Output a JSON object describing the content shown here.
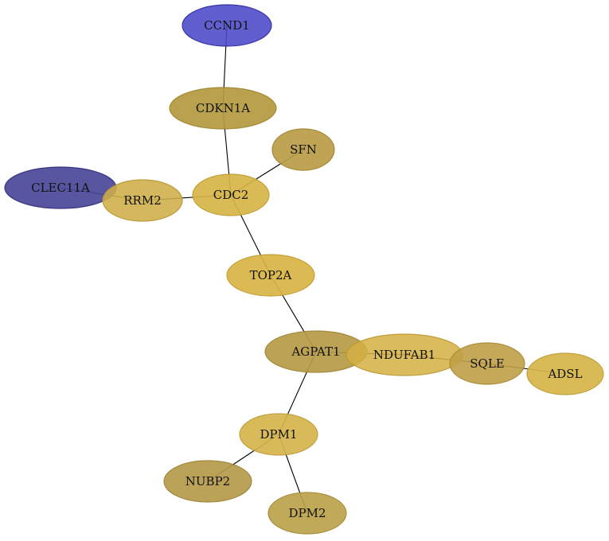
{
  "nodes": [
    {
      "id": "CCND1",
      "label": "CCND1",
      "color": "#4b48c9",
      "stroke": "#2c2aa0"
    },
    {
      "id": "CDKN1A",
      "label": "CDKN1A",
      "color": "#b3993f",
      "stroke": "#9c8430"
    },
    {
      "id": "SFN",
      "label": "SFN",
      "color": "#b89c45",
      "stroke": "#a08632"
    },
    {
      "id": "CLEC11A",
      "label": "CLEC11A",
      "color": "#4a4898",
      "stroke": "#2d2b78"
    },
    {
      "id": "RRM2",
      "label": "RRM2",
      "color": "#cfae48",
      "stroke": "#b69632"
    },
    {
      "id": "CDC2",
      "label": "CDC2",
      "color": "#d6b447",
      "stroke": "#bd9c32"
    },
    {
      "id": "TOP2A",
      "label": "TOP2A",
      "color": "#d8b444",
      "stroke": "#c19c30"
    },
    {
      "id": "AGPAT1",
      "label": "AGPAT1",
      "color": "#b69a45",
      "stroke": "#9d8332"
    },
    {
      "id": "NDUFAB1",
      "label": "NDUFAB1",
      "color": "#d4b043",
      "stroke": "#bb9830"
    },
    {
      "id": "SQLE",
      "label": "SQLE",
      "color": "#c0a046",
      "stroke": "#a68832"
    },
    {
      "id": "ADSL",
      "label": "ADSL",
      "color": "#d6b448",
      "stroke": "#bd9c32"
    },
    {
      "id": "DPM1",
      "label": "DPM1",
      "color": "#d6b44d",
      "stroke": "#bd9c36"
    },
    {
      "id": "NUBP2",
      "label": "NUBP2",
      "color": "#b49a4b",
      "stroke": "#9b8436"
    },
    {
      "id": "DPM2",
      "label": "DPM2",
      "color": "#bca24c",
      "stroke": "#a38a36"
    }
  ],
  "edges": [
    [
      "CCND1",
      "CDKN1A"
    ],
    [
      "CDKN1A",
      "CDC2"
    ],
    [
      "SFN",
      "CDC2"
    ],
    [
      "RRM2",
      "CDC2"
    ],
    [
      "CLEC11A",
      "RRM2"
    ],
    [
      "CDC2",
      "TOP2A"
    ],
    [
      "TOP2A",
      "AGPAT1"
    ],
    [
      "AGPAT1",
      "NDUFAB1"
    ],
    [
      "NDUFAB1",
      "SQLE"
    ],
    [
      "SQLE",
      "ADSL"
    ],
    [
      "AGPAT1",
      "DPM1"
    ],
    [
      "DPM1",
      "NUBP2"
    ],
    [
      "DPM1",
      "DPM2"
    ]
  ]
}
